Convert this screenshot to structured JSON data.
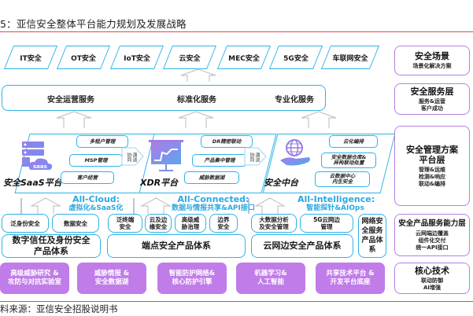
{
  "title": "5：亚信安全整体平台能力规划及发展战略",
  "source": "料来源：亚信安全招股说明书",
  "scenarios": [
    "IT安全",
    "OT安全",
    "IoT安全",
    "云安全",
    "MEC安全",
    "5G安全",
    "车联网安全"
  ],
  "services": [
    "安全运营服务",
    "标准化服务",
    "专业化服务"
  ],
  "platforms": [
    {
      "name": "安全SaaS平台",
      "icon": "saas-server-icon",
      "tags": [
        "多租户管理",
        "MSP管理",
        "客户经营"
      ]
    },
    {
      "name": "XDR平台",
      "icon": "monitor-chart-icon",
      "tags": [
        "DR精密联动",
        "产品集中管理",
        "威胁数据湖"
      ]
    },
    {
      "name": "安全中台",
      "icon": "globe-hand-icon",
      "tags": [
        "云化编排",
        "安全数据仓库&\n异构联动处置",
        "云数据中心\n内生安全"
      ]
    }
  ],
  "connectors": [
    {
      "left": "协同",
      "right": "演进"
    },
    {
      "left": "协同",
      "right": "演进"
    }
  ],
  "strategies": [
    {
      "title": "All-Cloud:",
      "sub": "虚拟化&SaaS化"
    },
    {
      "title": "All-Connected:",
      "sub": "数据与情报共享&API接口"
    },
    {
      "title": "All-Intelligence:",
      "sub": "智能探针&AIOps"
    }
  ],
  "product_tags": [
    "泛身份安全",
    "数据安全",
    "泛终端\n安全",
    "云及边\n缘安全",
    "高级威\n胁治理",
    "边界\n安全",
    "大数据分析\n及安全管理",
    "5G云网边\n管理"
  ],
  "product_systems": [
    "数字信任及身份安全\n产品体系",
    "端点安全产品体系",
    "云网边安全产品体系",
    "网络安\n全服务\n产品体\n系"
  ],
  "core_tech": [
    "高级威胁研究 &\n攻防与对抗实验室",
    "威胁情报 &\n安全数据湖",
    "智能防护网络&\n核心防护引擎",
    "机器学习&\n人工智能",
    "共享技术平台 &\n开发平台底座"
  ],
  "layers": [
    {
      "title": "安全场景",
      "sub": "场景化解决方案"
    },
    {
      "title": "安全服务层",
      "sub": "服务&运营\n客户成功"
    },
    {
      "title": "安全管理方案\n平台层",
      "sub": "管理&运维\n检测&响应\n联动&编排"
    },
    {
      "title": "安全产品服务能力层",
      "sub": "云网端边覆盖\n组件化交付\n统一API接口"
    },
    {
      "title": "核心技术",
      "sub": "联动防御\nAI增强"
    }
  ],
  "colors": {
    "blue": "#2fb3e6",
    "purple": "#b580e0",
    "purple_fill": "#c07ce8",
    "red_line": "#e04848",
    "strategy_text": "#2aa8e0"
  }
}
